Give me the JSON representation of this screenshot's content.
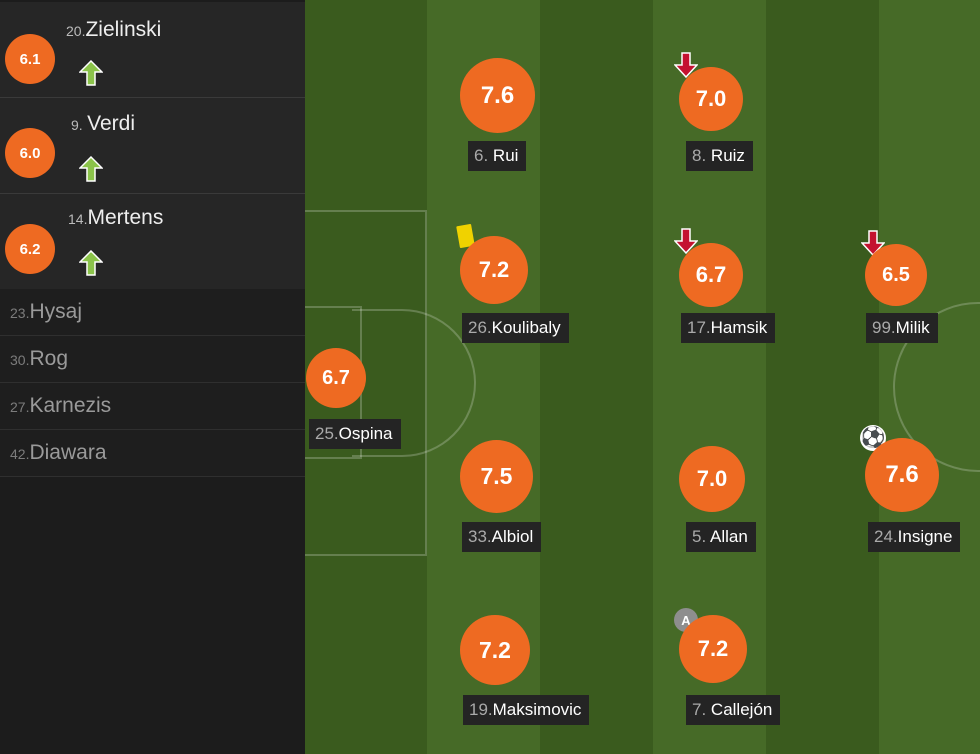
{
  "substitutes_in": [
    {
      "rating": "6.1",
      "number": "20.",
      "name": "Zielinski"
    },
    {
      "rating": "6.0",
      "number": "9.",
      "name": "Verdi"
    },
    {
      "rating": "6.2",
      "number": "14.",
      "name": "Mertens"
    }
  ],
  "bench": [
    {
      "number": "23.",
      "name": "Hysaj"
    },
    {
      "number": "30.",
      "name": "Rog"
    },
    {
      "number": "27.",
      "name": "Karnezis"
    },
    {
      "number": "42.",
      "name": "Diawara"
    }
  ],
  "players": {
    "ospina": {
      "rating": "6.7",
      "number": "25.",
      "name": "Ospina"
    },
    "rui": {
      "rating": "7.6",
      "number": "6.",
      "name": "Rui"
    },
    "koulibaly": {
      "rating": "7.2",
      "number": "26.",
      "name": "Koulibaly"
    },
    "albiol": {
      "rating": "7.5",
      "number": "33.",
      "name": "Albiol"
    },
    "maksimovic": {
      "rating": "7.2",
      "number": "19.",
      "name": "Maksimovic"
    },
    "ruiz": {
      "rating": "7.0",
      "number": "8.",
      "name": "Ruiz"
    },
    "hamsik": {
      "rating": "6.7",
      "number": "17.",
      "name": "Hamsik"
    },
    "allan": {
      "rating": "7.0",
      "number": "5.",
      "name": "Allan"
    },
    "callejon": {
      "rating": "7.2",
      "number": "7.",
      "name": "Callejón"
    },
    "milik": {
      "rating": "6.5",
      "number": "99.",
      "name": "Milik"
    },
    "insigne": {
      "rating": "7.6",
      "number": "24.",
      "name": "Insigne"
    }
  },
  "badges": {
    "captain": "A",
    "ball_icon": "soccer-ball-icon",
    "sub_in_icon": "arrow-up-icon",
    "sub_out_icon": "arrow-down-icon",
    "yellow_card_icon": "yellow-card-icon"
  },
  "colors": {
    "rating_bg": "#ee6a22",
    "sub_in": "#8bc34a",
    "sub_out": "#c41230",
    "yellow_card": "#f0d200",
    "pitch_dark": "#3a5b1e",
    "pitch_light": "#466a27"
  }
}
